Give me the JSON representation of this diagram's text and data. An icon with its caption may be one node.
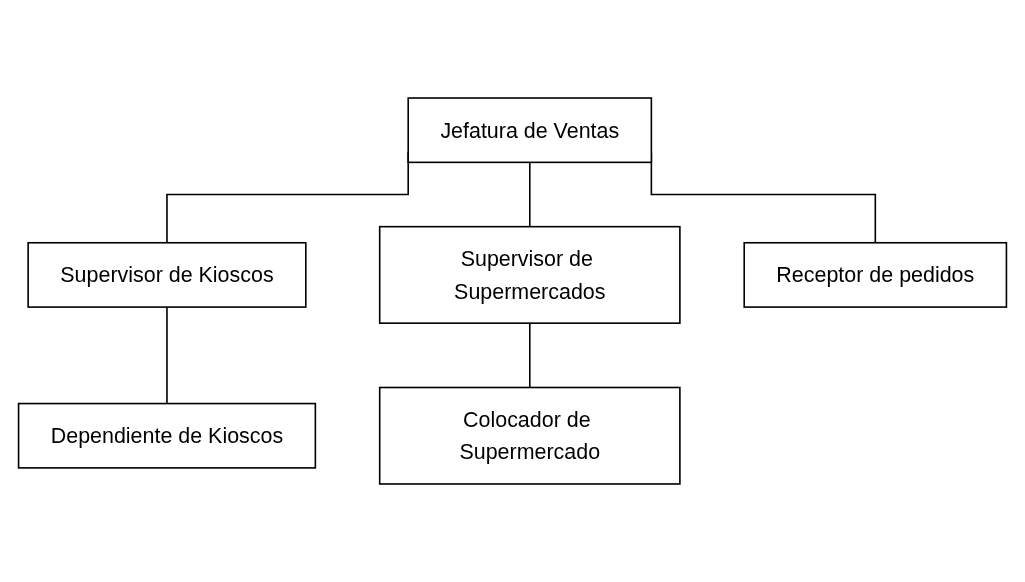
{
  "diagram": {
    "nodes": [
      {
        "text": [
          "Jefatura de Ventas"
        ]
      },
      {
        "text": [
          "Supervisor de Kioscos"
        ]
      },
      {
        "text": [
          "Supervisor de Supermercados"
        ]
      },
      {
        "text": [
          "Receptor de pedidos"
        ]
      },
      {
        "text": [
          "Dependiente de Kioscos"
        ]
      },
      {
        "text": [
          "Colocador de Supermercado"
        ]
      }
    ],
    "edges": [
      {
        "from": 0,
        "to": 1,
        "arrow": "none"
      },
      {
        "from": 0,
        "to": 2,
        "arrow": "none"
      },
      {
        "from": 0,
        "to": 3,
        "arrow": "none"
      },
      {
        "from": 1,
        "to": 4,
        "arrow": "none"
      },
      {
        "from": 2,
        "to": 5,
        "arrow": "none"
      }
    ]
  }
}
